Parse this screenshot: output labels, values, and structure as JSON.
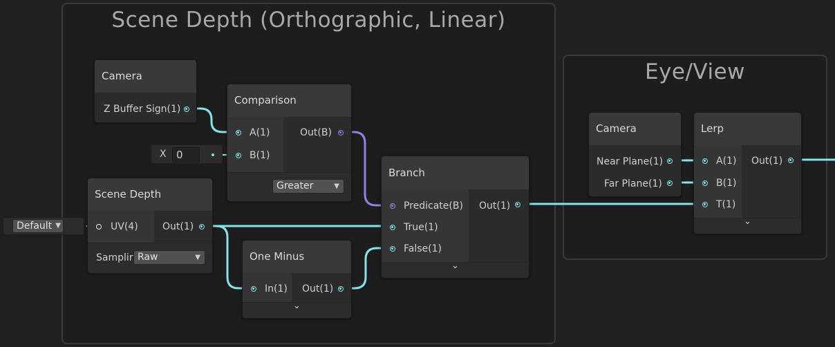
{
  "groups": {
    "scene_depth_group": {
      "title": "Scene Depth (Orthographic, Linear)"
    },
    "eye_view_group": {
      "title": "Eye/View"
    }
  },
  "nodes": {
    "camera_left": {
      "title": "Camera",
      "outputs": [
        "Z Buffer Sign(1)"
      ]
    },
    "comparison": {
      "title": "Comparison",
      "inputs": [
        "A(1)",
        "B(1)"
      ],
      "outputs": [
        "Out(B)"
      ],
      "mode": "Greater",
      "b_field": {
        "label": "X",
        "value": "0"
      }
    },
    "scene_depth": {
      "title": "Scene Depth",
      "inputs": [
        "UV(4)"
      ],
      "outputs": [
        "Out(1)"
      ],
      "sampling_label": "Samplir",
      "sampling_value": "Raw",
      "uv_default": "Default"
    },
    "one_minus": {
      "title": "One Minus",
      "inputs": [
        "In(1)"
      ],
      "outputs": [
        "Out(1)"
      ]
    },
    "branch": {
      "title": "Branch",
      "inputs": [
        "Predicate(B)",
        "True(1)",
        "False(1)"
      ],
      "outputs": [
        "Out(1)"
      ]
    },
    "camera_right": {
      "title": "Camera",
      "outputs": [
        "Near Plane(1)",
        "Far Plane(1)"
      ]
    },
    "lerp": {
      "title": "Lerp",
      "inputs": [
        "A(1)",
        "B(1)",
        "T(1)"
      ],
      "outputs": [
        "Out(1)"
      ]
    }
  },
  "icons": {
    "chevron": "⌄",
    "dropdown_arrow": "▼"
  },
  "colors": {
    "float_wire": "#84e4e7",
    "bool_wire": "#9481e6",
    "background": "#202020",
    "group_border": "#3a3a3a",
    "node_header": "#393939"
  }
}
